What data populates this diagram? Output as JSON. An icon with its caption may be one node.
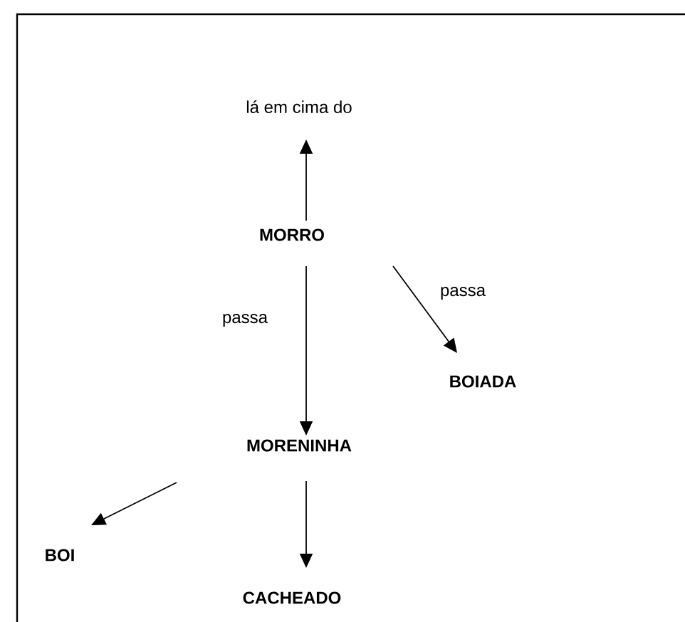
{
  "diagram": {
    "nodes": [
      {
        "text": [
          "lá em cima do"
        ]
      },
      {
        "text": [
          "MORRO"
        ]
      },
      {
        "text": [
          "BOIADA"
        ]
      },
      {
        "text": [
          "MORENINHA"
        ]
      },
      {
        "text": [
          "BOI"
        ]
      },
      {
        "text": [
          "CACHEADO"
        ]
      }
    ],
    "edges": [
      {
        "from": 1,
        "to": 0,
        "arrow": "to"
      },
      {
        "from": 1,
        "to": 3,
        "arrow": "to",
        "label": "passa"
      },
      {
        "from": 1,
        "to": 2,
        "arrow": "to",
        "label": "passa"
      },
      {
        "from": 3,
        "to": 4,
        "arrow": "to"
      },
      {
        "from": 3,
        "to": 5,
        "arrow": "to"
      }
    ]
  }
}
